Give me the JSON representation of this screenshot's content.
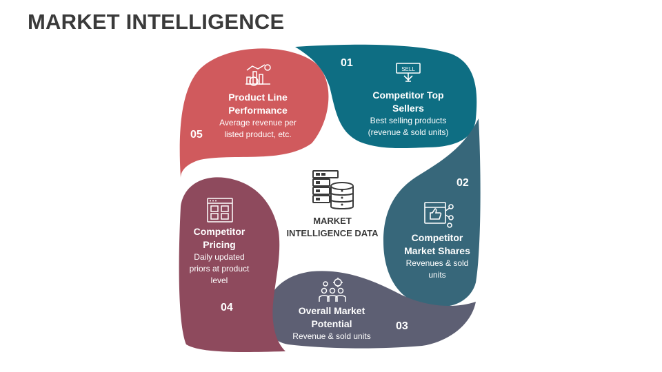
{
  "title": "MARKET INTELLIGENCE",
  "center": {
    "label_line1": "MARKET",
    "label_line2": "INTELLIGENCE DATA",
    "icon": "database-server-icon"
  },
  "segments": [
    {
      "number": "01",
      "heading_line1": "Competitor Top",
      "heading_line2": "Sellers",
      "desc_line1": "Best selling products",
      "desc_line2": "(revenue & sold units)",
      "icon": "sell-sign-icon",
      "color": "#0e6e83"
    },
    {
      "number": "02",
      "heading_line1": "Competitor",
      "heading_line2": "Market Shares",
      "desc_line1": "Revenues & sold",
      "desc_line2": "units",
      "icon": "thumbs-up-share-icon",
      "color": "#37677a"
    },
    {
      "number": "03",
      "heading_line1": "Overall Market",
      "heading_line2": "Potential",
      "desc_line1": "Revenue & sold units",
      "desc_line2": "",
      "icon": "team-gear-icon",
      "color": "#5d5f73"
    },
    {
      "number": "04",
      "heading_line1": "Competitor",
      "heading_line2": "Pricing",
      "desc_line1": "Daily updated",
      "desc_line2": "priors at product",
      "desc_line3": "level",
      "icon": "price-tags-browser-icon",
      "color": "#8e4a5d"
    },
    {
      "number": "05",
      "heading_line1": "Product Line",
      "heading_line2": "Performance",
      "desc_line1": "Average revenue per",
      "desc_line2": "listed product, etc.",
      "icon": "chart-growth-icon",
      "color": "#d05a5d"
    }
  ],
  "colors": {
    "title": "#3a3a3a",
    "text": "#ffffff"
  }
}
